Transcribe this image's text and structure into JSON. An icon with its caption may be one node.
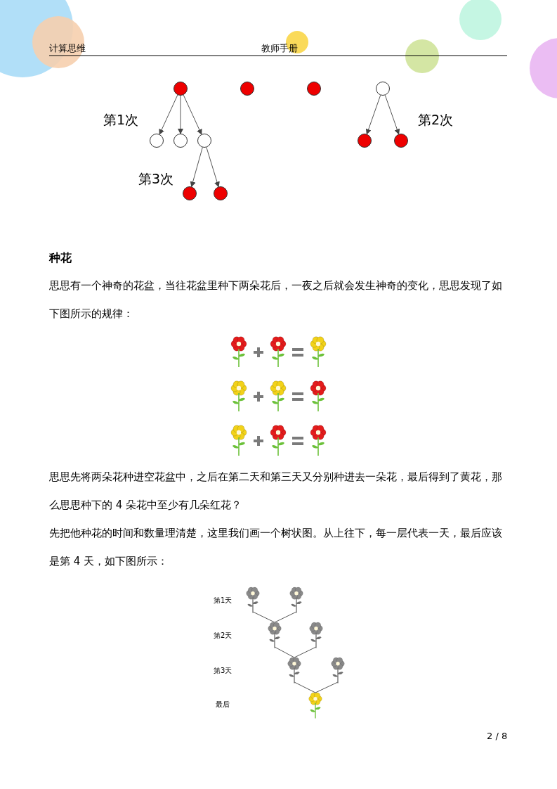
{
  "diagram": {
    "nodes": [
      {
        "text": [],
        "shape": "circle"
      },
      {
        "text": [],
        "shape": "circle"
      },
      {
        "text": [],
        "shape": "circle"
      },
      {
        "text": [],
        "shape": "circle"
      },
      {
        "text": [],
        "shape": "circle"
      },
      {
        "text": [],
        "shape": "circle"
      },
      {
        "text": [],
        "shape": "circle"
      },
      {
        "text": [],
        "shape": "circle"
      },
      {
        "text": [],
        "shape": "circle"
      },
      {
        "text": [],
        "shape": "circle"
      },
      {
        "text": [],
        "shape": "circle"
      },
      {
        "text": [],
        "shape": "picture"
      },
      {
        "text": [],
        "shape": "picture"
      },
      {
        "text": [],
        "shape": "picture"
      },
      {
        "text": [],
        "shape": "picture"
      },
      {
        "text": [],
        "shape": "picture"
      },
      {
        "text": [],
        "shape": "picture"
      },
      {
        "text": [],
        "shape": "picture"
      }
    ],
    "edges": [
      {
        "from": 0,
        "to": 4,
        "arrow": "to"
      },
      {
        "from": 0,
        "to": 5,
        "arrow": "to"
      },
      {
        "from": 0,
        "to": 6,
        "arrow": "to"
      },
      {
        "from": 3,
        "to": 7,
        "arrow": "to"
      },
      {
        "from": 3,
        "to": 8,
        "arrow": "to"
      },
      {
        "from": 6,
        "to": 9,
        "arrow": "to"
      },
      {
        "from": 6,
        "to": 10,
        "arrow": "to"
      },
      {
        "from": 11,
        "to": 13,
        "arrow": "none"
      },
      {
        "from": 12,
        "to": 13,
        "arrow": "none"
      },
      {
        "from": 13,
        "to": 15,
        "arrow": "none"
      },
      {
        "from": 14,
        "to": 15,
        "arrow": "none"
      },
      {
        "from": 15,
        "to": 17,
        "arrow": "none"
      },
      {
        "from": 16,
        "to": 17,
        "arrow": "none"
      }
    ],
    "labels": [
      "计算思维",
      "教师手册",
      "第1次",
      "第2次",
      "第3次",
      "种花",
      "思思有一个神奇的花盆，当往花盆里种下两朵花后，一夜之后就会发生神奇的变化，思思发现了如下图所示的规律：",
      "思思先将两朵花种进空花盆中，之后在第二天和第三天又分别种进去一朵花，最后得到了黄花，那么思思种下的 4 朵花中至少有几朵红花？",
      "先把他种花的时间和数量理清楚，这里我们画一个树状图。从上往下，每一层代表一天，最后应该是第 4 天，如下图所示：",
      "第1天",
      "第2天",
      "第3天",
      "最后",
      "2 / 8"
    ]
  }
}
